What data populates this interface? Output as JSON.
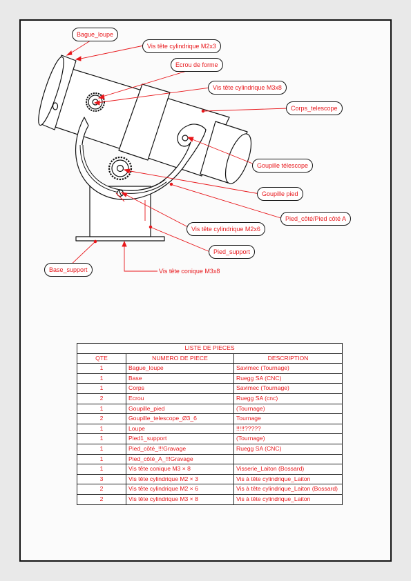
{
  "callouts": {
    "bague_loupe": "Bague_loupe",
    "vis_m2x3": "Vis tête cylindrique M2x3",
    "ecrou_forme": "Ecrou de forme",
    "vis_m3x8": "Vis tête cylindrique M3x8",
    "corps_telescope": "Corps_telescope",
    "goupille_telescope": "Goupille télescope",
    "goupille_pied": "Goupille pied",
    "pied_cote": "Pied_côté/Pied côté A",
    "vis_m2x6": "Vis tête cylindrique M2x6",
    "pied_support": "Pied_support",
    "base_support": "Base_support",
    "vis_conique": "Vis tête conique M3x8"
  },
  "bom": {
    "title": "LISTE DE PIECES",
    "headers": {
      "qty": "QTE",
      "part": "NUMERO DE PIECE",
      "desc": "DESCRIPTION"
    },
    "rows": [
      {
        "qty": "1",
        "part": "Bague_loupe",
        "desc": "Savimec (Tournage)"
      },
      {
        "qty": "1",
        "part": "Base",
        "desc": "Ruegg SA (CNC)"
      },
      {
        "qty": "1",
        "part": "Corps",
        "desc": "Savimec (Tournage)"
      },
      {
        "qty": "2",
        "part": "Ecrou",
        "desc": "Ruegg SA (cnc)"
      },
      {
        "qty": "1",
        "part": "Goupille_pied",
        "desc": "(Tournage)"
      },
      {
        "qty": "2",
        "part": "Goupille_telescope_Ø3_6",
        "desc": "Tournage"
      },
      {
        "qty": "1",
        "part": "Loupe",
        "desc": "!!!!!?????"
      },
      {
        "qty": "1",
        "part": "Pied1_support",
        "desc": "(Tournage)"
      },
      {
        "qty": "1",
        "part": "Pied_côté_!!!Gravage",
        "desc": "Ruegg SA (CNC)"
      },
      {
        "qty": "1",
        "part": "Pied_côté_A_!!!Gravage",
        "desc": ""
      },
      {
        "qty": "1",
        "part": "Vis tête conique M3 × 8",
        "desc": "Visserie_Laiton (Bossard)"
      },
      {
        "qty": "3",
        "part": "Vis tête cylindrique M2 × 3",
        "desc": "Vis à tête cylindrique_Laiton"
      },
      {
        "qty": "2",
        "part": "Vis tête cylindrique M2 × 6",
        "desc": "Vis à tête cylindrique_Laiton (Bossard)"
      },
      {
        "qty": "2",
        "part": "Vis tête cylindrique M3 × 8",
        "desc": "Vis à tête cylindrique_Laiton"
      }
    ]
  },
  "colors": {
    "annotation": "#e8171b",
    "line": "#111111",
    "sheet": "#fbfbfb",
    "background": "#e9e9e9"
  }
}
